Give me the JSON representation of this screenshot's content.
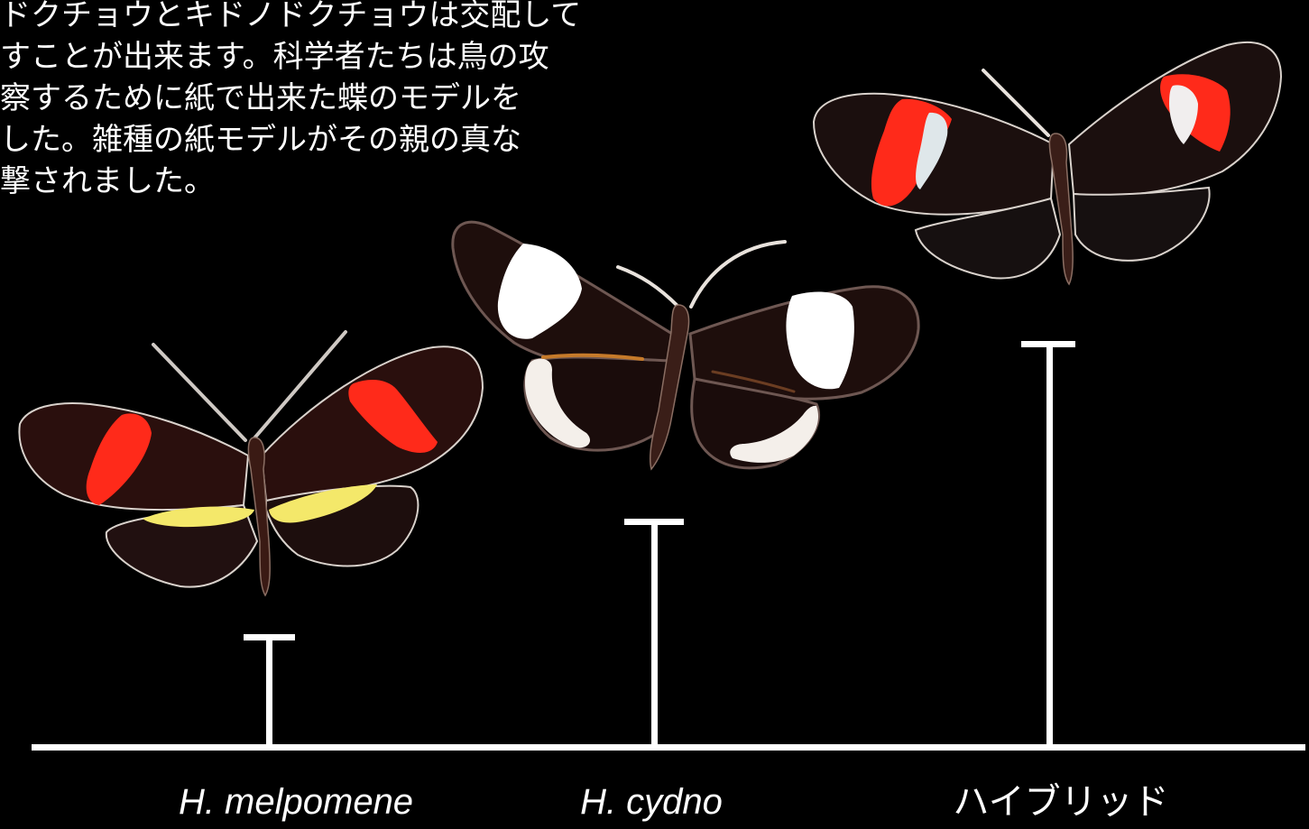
{
  "caption": {
    "lines": [
      "ドクチョウとキドノドクチョウは交配して",
      "すことが出来ます。科学者たちは鳥の攻",
      "察するために紙で出来た蝶のモデルを",
      "した。雑種の紙モデルがその親の真な",
      "撃されました。"
    ]
  },
  "labels": {
    "melpomene": "H. melpomene",
    "cydno": "H. cydno",
    "hybrid": "ハイブリッド"
  },
  "colors": {
    "background": "#000000",
    "axis": "#ffffff",
    "wing_dark": "#1e0e0c",
    "wing_outline": "#d9d2cc",
    "red_band": "#ff2a1a",
    "yellow_band": "#f4e86a",
    "white_band": "#ffffff",
    "cydno_edge": "#6e5752"
  },
  "icons": [
    "butterfly-melpomene-icon",
    "butterfly-cydno-icon",
    "butterfly-hybrid-icon"
  ]
}
